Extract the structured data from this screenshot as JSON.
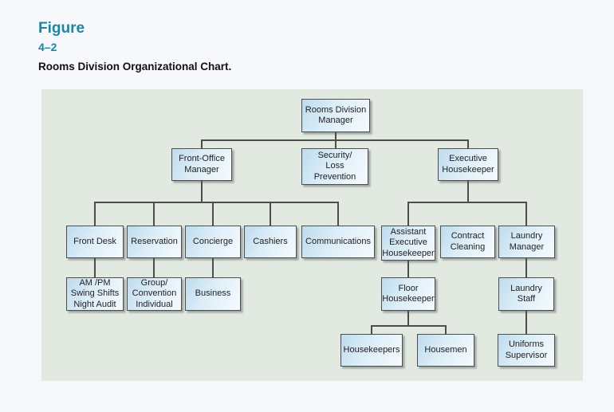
{
  "header": {
    "figure_label": "Figure",
    "figure_number": "4–2",
    "title": "Rooms Division Organizational Chart."
  },
  "colors": {
    "accent_teal": "#1b87a6",
    "page_background": "#f6f8fb",
    "panel_background": "#e1e9e1",
    "node_fill_blue": "#bedbee",
    "node_fill_light": "#f6fbfe",
    "node_border": "#4d4d4d",
    "connector_line": "#4d4d4d"
  },
  "chart_data": {
    "type": "org-chart",
    "title": "Rooms Division Organizational Chart.",
    "nodes": {
      "rooms_division_manager": "Rooms Division\nManager",
      "front_office_manager": "Front-Office\nManager",
      "security_loss_prevention": "Security/\nLoss\nPrevention",
      "executive_housekeeper": "Executive\nHousekeeper",
      "front_desk": "Front Desk",
      "reservation": "Reservation",
      "concierge": "Concierge",
      "cashiers": "Cashiers",
      "communications": "Communications",
      "assistant_executive_housekeeper": "Assistant\nExecutive\nHousekeeper",
      "contract_cleaning": "Contract\nCleaning",
      "laundry_manager": "Laundry\nManager",
      "am_pm_swing_shifts_night_audit": "AM /PM\nSwing Shifts\nNight Audit",
      "group_convention_individual": "Group/\nConvention\nIndividual",
      "business": "Business",
      "floor_housekeeper": "Floor\nHousekeeper",
      "laundry_staff": "Laundry\nStaff",
      "housekeepers": "Housekeepers",
      "housemen": "Housemen",
      "uniforms_supervisor": "Uniforms\nSupervisor"
    },
    "edges": [
      [
        "rooms_division_manager",
        "front_office_manager"
      ],
      [
        "rooms_division_manager",
        "security_loss_prevention"
      ],
      [
        "rooms_division_manager",
        "executive_housekeeper"
      ],
      [
        "front_office_manager",
        "front_desk"
      ],
      [
        "front_office_manager",
        "reservation"
      ],
      [
        "front_office_manager",
        "concierge"
      ],
      [
        "front_office_manager",
        "cashiers"
      ],
      [
        "front_office_manager",
        "communications"
      ],
      [
        "front_desk",
        "am_pm_swing_shifts_night_audit"
      ],
      [
        "reservation",
        "group_convention_individual"
      ],
      [
        "concierge",
        "business"
      ],
      [
        "executive_housekeeper",
        "assistant_executive_housekeeper"
      ],
      [
        "executive_housekeeper",
        "contract_cleaning"
      ],
      [
        "executive_housekeeper",
        "laundry_manager"
      ],
      [
        "assistant_executive_housekeeper",
        "floor_housekeeper"
      ],
      [
        "floor_housekeeper",
        "housekeepers"
      ],
      [
        "floor_housekeeper",
        "housemen"
      ],
      [
        "laundry_manager",
        "laundry_staff"
      ],
      [
        "laundry_staff",
        "uniforms_supervisor"
      ]
    ]
  }
}
